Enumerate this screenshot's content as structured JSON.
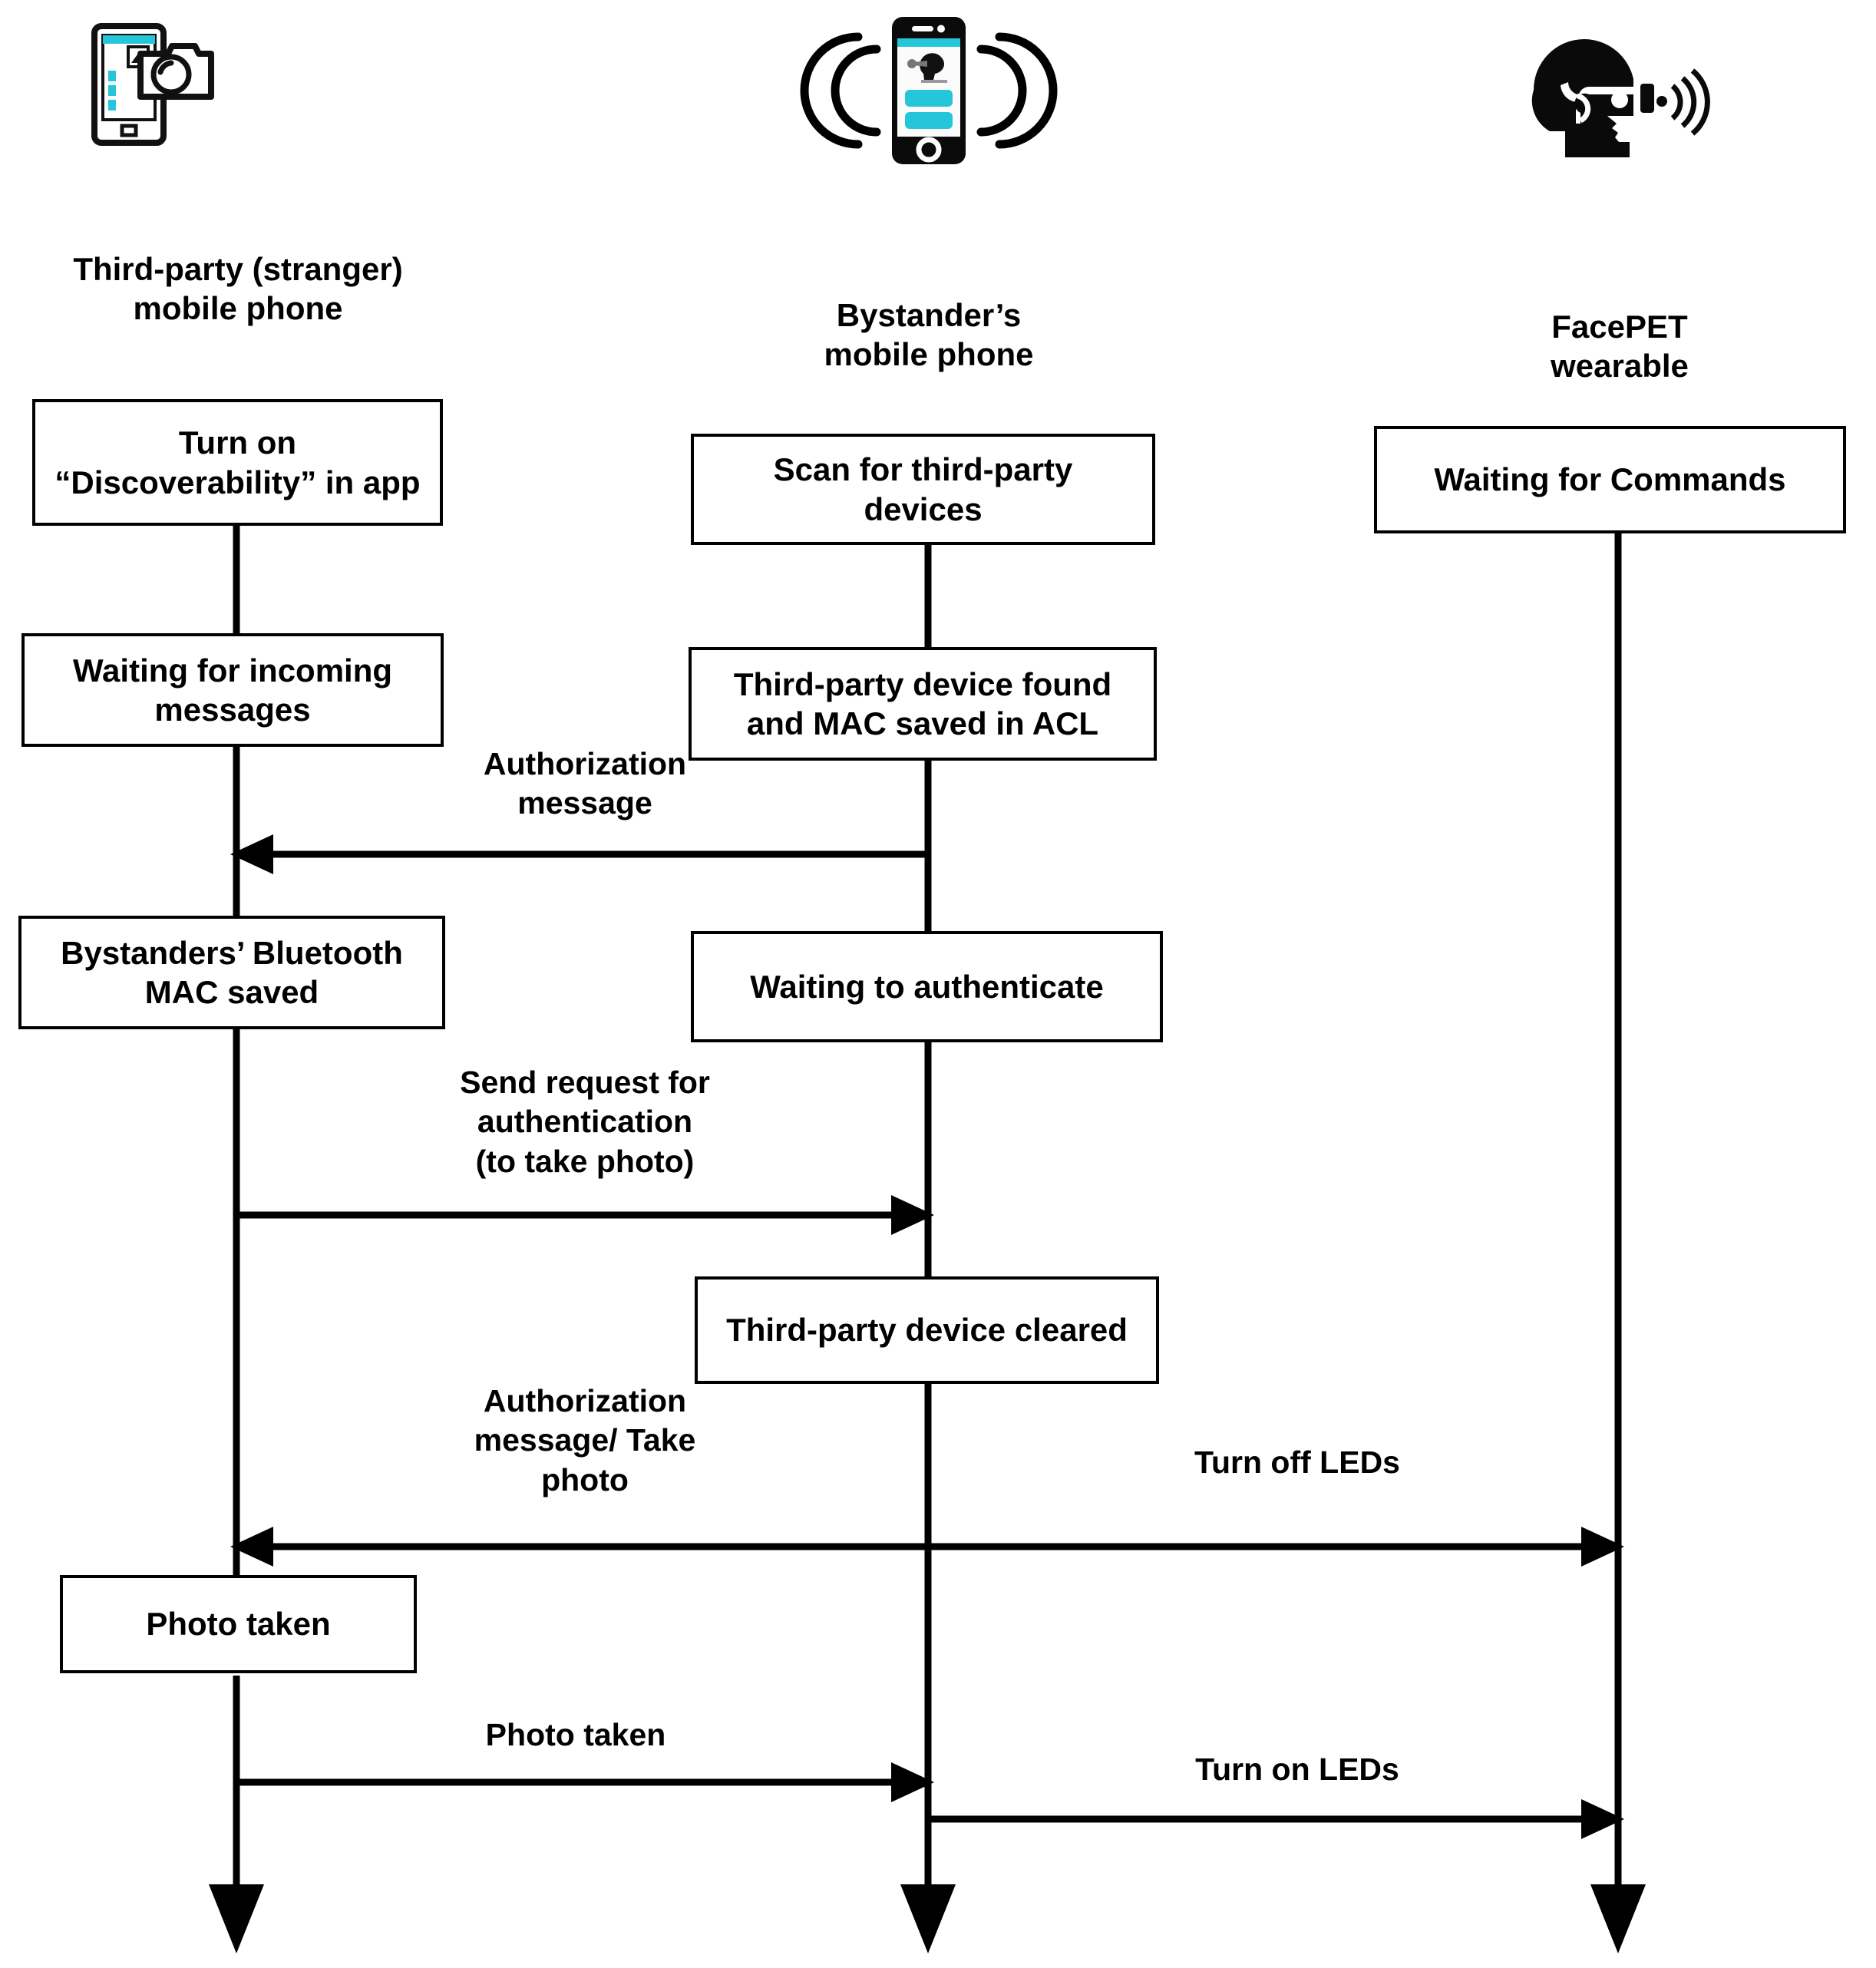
{
  "diagram": {
    "title": "FacePET bystander privacy sequence diagram",
    "colors": {
      "line": "#000000",
      "accent_cyan": "#26c6da",
      "background": "#ffffff"
    },
    "lanes": [
      {
        "id": "third-party",
        "label": "Third-party  (stranger)\nmobile phone",
        "icon": "phone-with-camera-icon"
      },
      {
        "id": "bystander",
        "label": "Bystander’s\nmobile phone",
        "icon": "phone-broadcasting-icon"
      },
      {
        "id": "facepet",
        "label": "FacePET\nwearable",
        "icon": "head-with-smart-glasses-icon"
      }
    ],
    "boxes": [
      {
        "id": "turn-on-discoverability",
        "lane": "third-party",
        "text": "Turn on\n“Discoverability” in app"
      },
      {
        "id": "scan-for-third-party-devices",
        "lane": "bystander",
        "text": "Scan for third-party\ndevices"
      },
      {
        "id": "waiting-for-commands",
        "lane": "facepet",
        "text": "Waiting for Commands"
      },
      {
        "id": "waiting-for-incoming-messages",
        "lane": "third-party",
        "text": "Waiting for incoming\nmessages"
      },
      {
        "id": "third-party-device-found",
        "lane": "bystander",
        "text": "Third-party device found\nand MAC saved in ACL"
      },
      {
        "id": "bystanders-bluetooth-mac-saved",
        "lane": "third-party",
        "text": "Bystanders’ Bluetooth\nMAC saved"
      },
      {
        "id": "waiting-to-authenticate",
        "lane": "bystander",
        "text": "Waiting to authenticate"
      },
      {
        "id": "third-party-device-cleared",
        "lane": "bystander",
        "text": "Third-party device cleared"
      },
      {
        "id": "photo-taken-box",
        "lane": "third-party",
        "text": "Photo taken"
      }
    ],
    "messages": [
      {
        "id": "authorization-message",
        "label": "Authorization\nmessage",
        "from": "bystander",
        "to": "third-party",
        "direction": "left"
      },
      {
        "id": "send-request-for-authentication",
        "label": "Send request for\nauthentication\n(to take photo)",
        "from": "third-party",
        "to": "bystander",
        "direction": "right"
      },
      {
        "id": "authorization-message-take-photo",
        "label": "Authorization\nmessage/ Take\nphoto",
        "from": "bystander",
        "to": "third-party",
        "direction": "left"
      },
      {
        "id": "turn-off-leds",
        "label": "Turn off LEDs",
        "from": "bystander",
        "to": "facepet",
        "direction": "right"
      },
      {
        "id": "photo-taken-message",
        "label": "Photo taken",
        "from": "third-party",
        "to": "bystander",
        "direction": "right"
      },
      {
        "id": "turn-on-leds",
        "label": "Turn on LEDs",
        "from": "bystander",
        "to": "facepet",
        "direction": "right"
      }
    ]
  }
}
